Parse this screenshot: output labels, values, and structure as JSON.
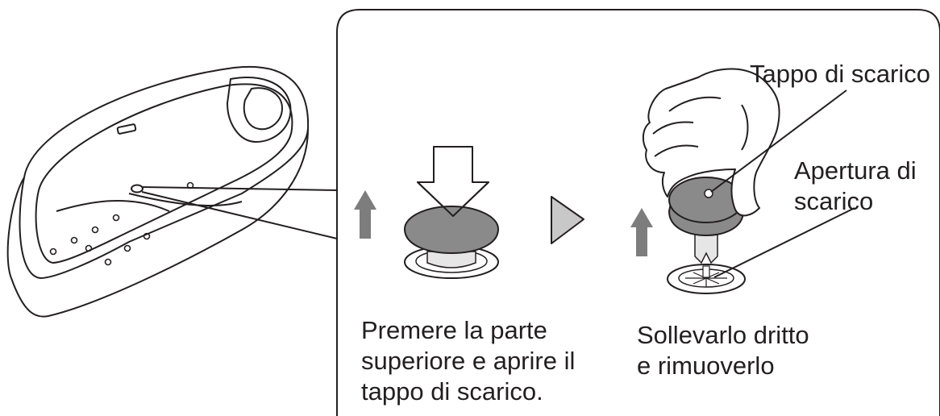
{
  "callouts": {
    "drain_plug": "Tappo di scarico",
    "drain_opening": [
      "Apertura di",
      "scarico"
    ]
  },
  "steps": [
    {
      "lines": [
        "Premere la parte",
        "superiore e aprire il",
        "tappo di scarico."
      ]
    },
    {
      "lines": [
        "Sollevarlo dritto",
        "e rimuoverlo"
      ]
    }
  ],
  "colors": {
    "line": "#231f20",
    "plug_gray": "#8a8a8a",
    "arrow_gray": "#7d7d7d",
    "chevron_fill": "#c8c8c8"
  }
}
